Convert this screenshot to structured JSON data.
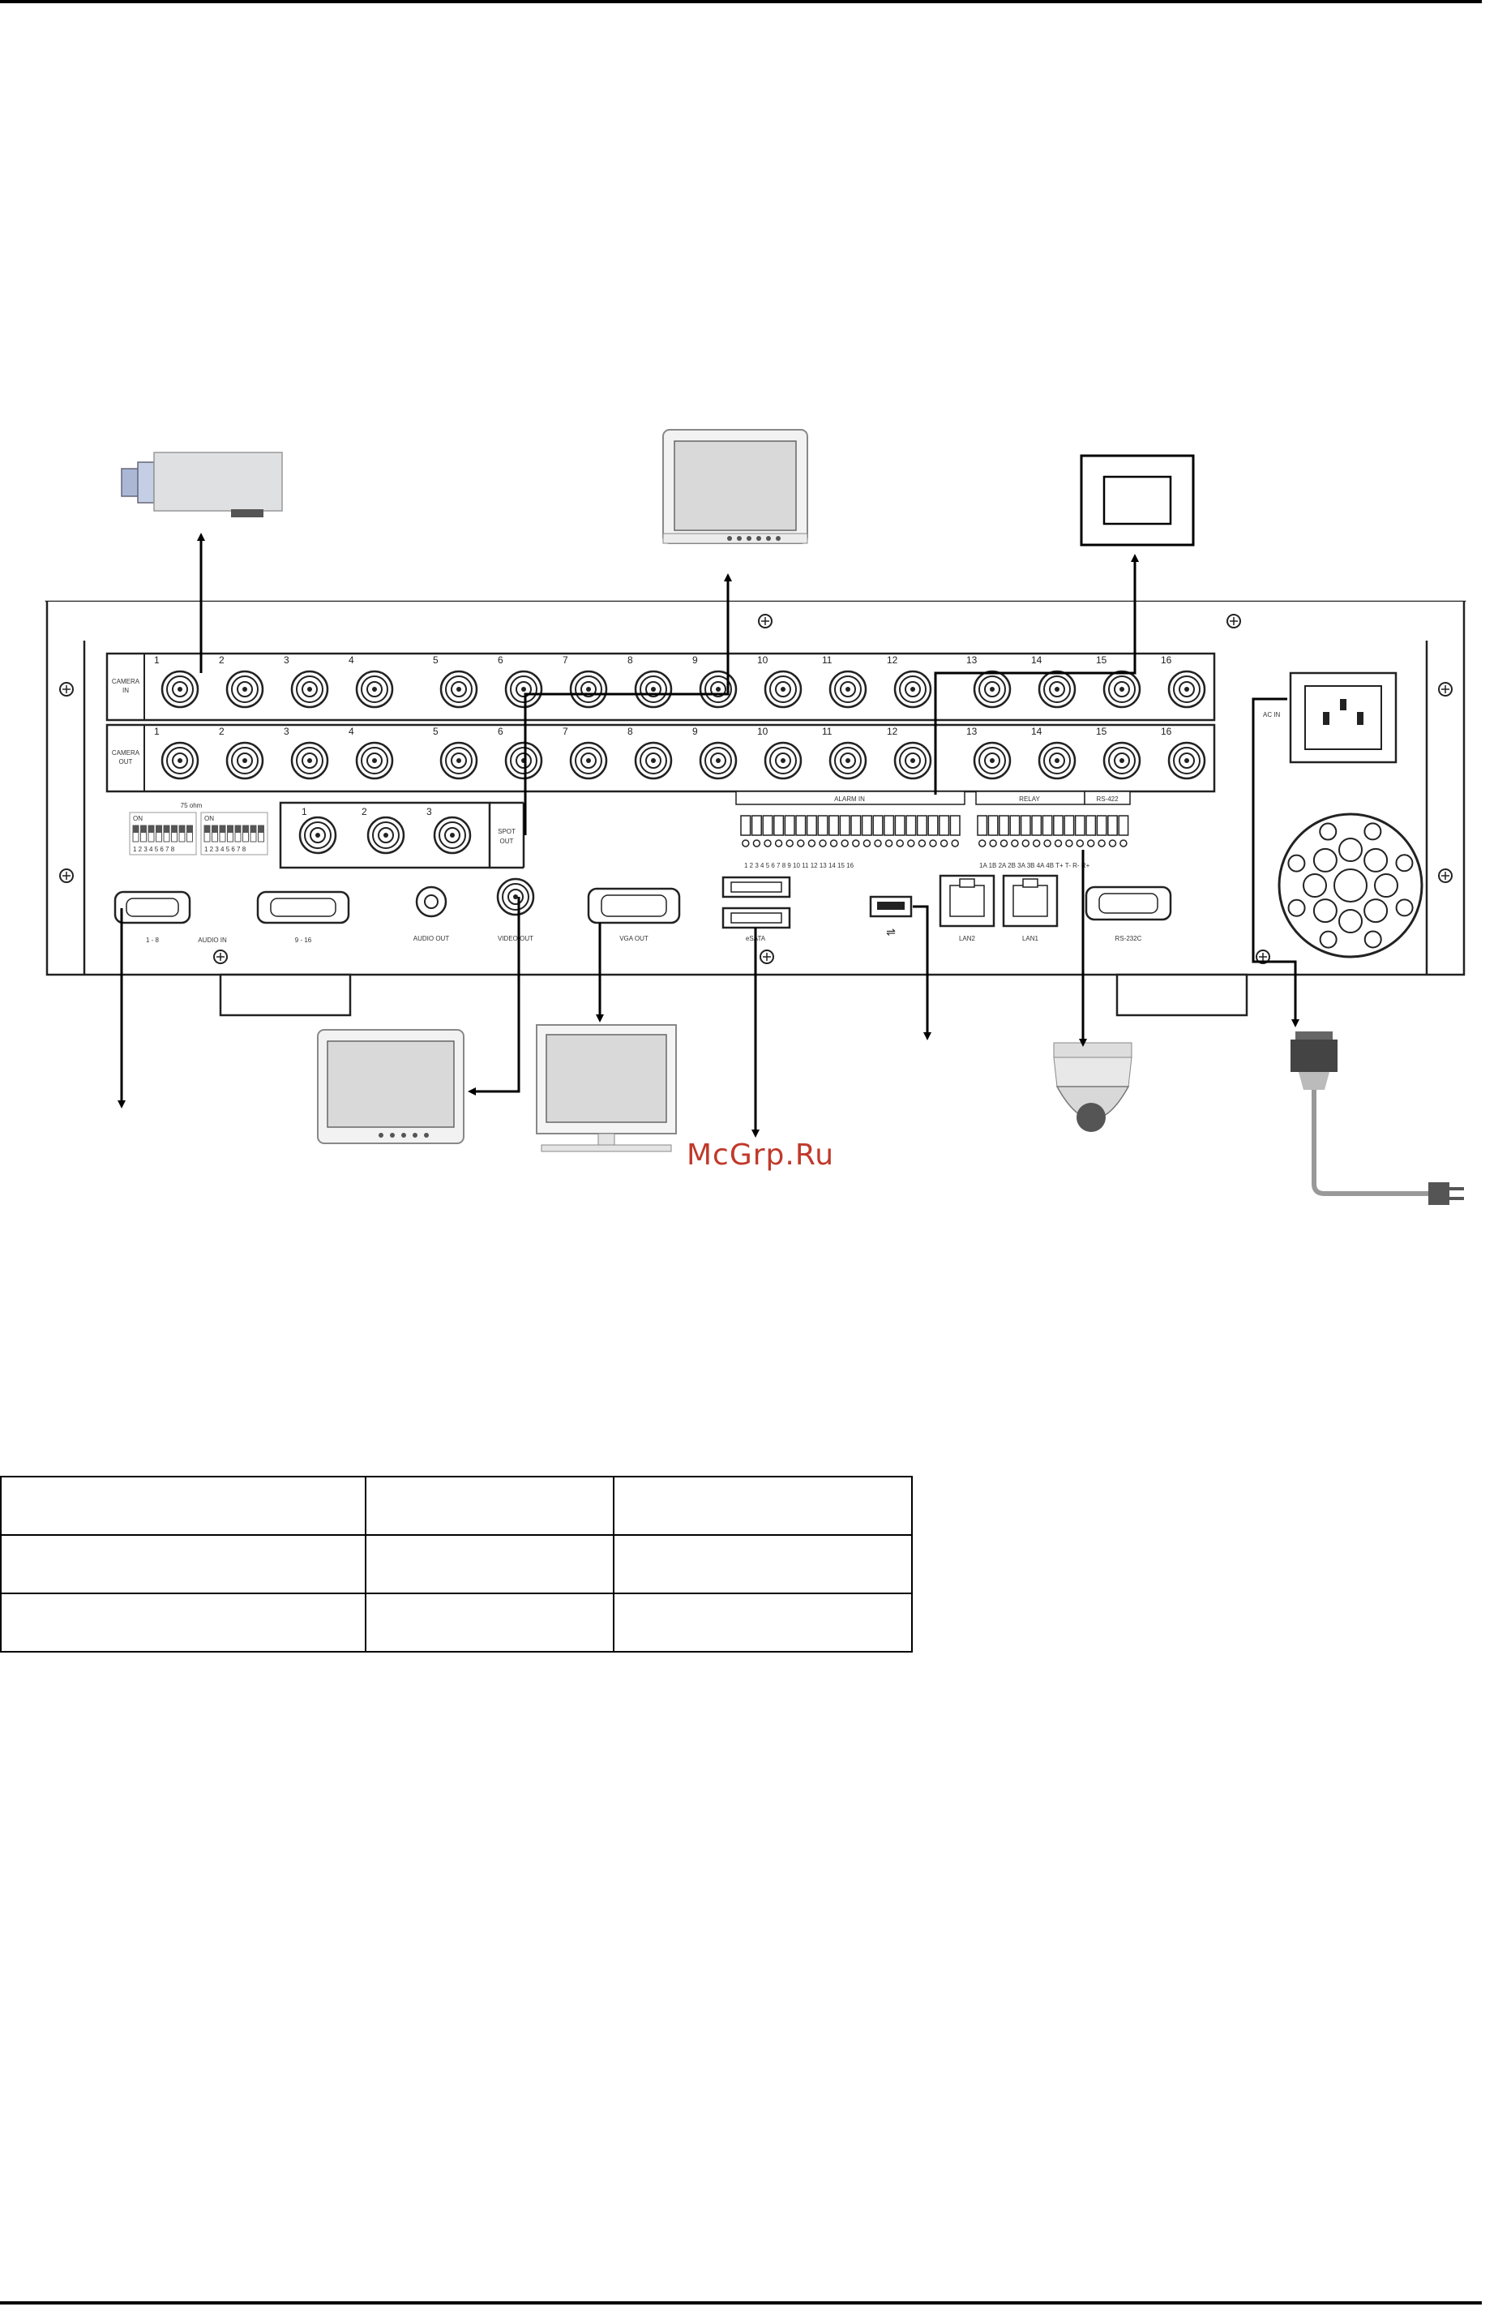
{
  "diagram": {
    "camera_in_label": [
      "CAMERA",
      "IN"
    ],
    "camera_out_label": [
      "CAMERA",
      "OUT"
    ],
    "channel_numbers": [
      "1",
      "2",
      "3",
      "4",
      "5",
      "6",
      "7",
      "8",
      "9",
      "10",
      "11",
      "12",
      "13",
      "14",
      "15",
      "16"
    ],
    "termination_label": "75 ohm",
    "dip_on": "ON",
    "dip_numbers": "1 2 3 4 5 6 7 8",
    "spot_out_label": [
      "SPOT",
      "OUT"
    ],
    "spot_numbers": [
      "1",
      "2",
      "3"
    ],
    "alarm_in_label": "ALARM IN",
    "alarm_numbers": "1 2 3 4 5 6 7 8 9 10 11 12 13 14 15 16",
    "relay_label": "RELAY",
    "rs422_label": "RS-422",
    "relay_numbers": "1A 1B 2A 2B 3A 3B 4A 4B T+ T- R- R+",
    "ac_in_label": "AC IN",
    "audio_in_label": "AUDIO IN",
    "audio_in_1_label": "1 - 8",
    "audio_in_2_label": "9 - 16",
    "audio_out_label": "AUDIO OUT",
    "video_out_label": "VIDEO OUT",
    "vga_out_label": "VGA OUT",
    "esata_label": "eSATA",
    "lan2_label": "LAN2",
    "lan1_label": "LAN1",
    "rs232_label": "RS-232C",
    "usb_symbol": "⇌",
    "watermark": "McGrp.Ru"
  },
  "table": {
    "rows": [
      [
        "",
        "",
        ""
      ],
      [
        "",
        "",
        ""
      ],
      [
        "",
        "",
        ""
      ]
    ]
  }
}
